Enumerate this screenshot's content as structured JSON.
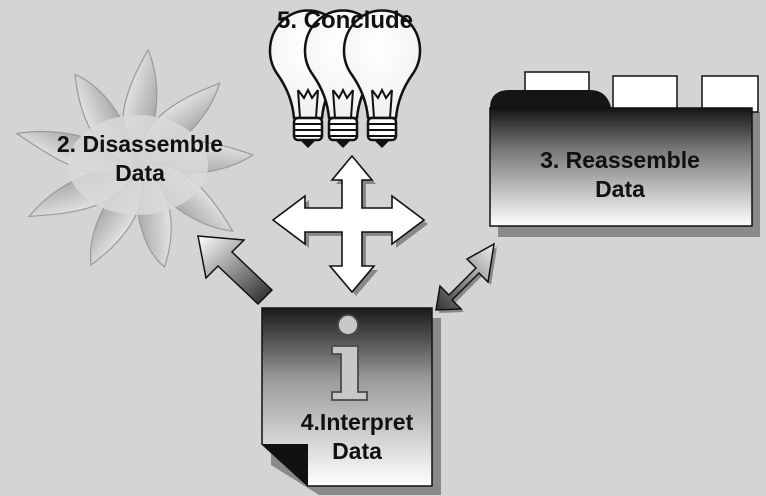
{
  "steps": {
    "disassemble": {
      "line1": "2. Disassemble",
      "line2": "Data",
      "icon": "flower-burst-icon"
    },
    "reassemble": {
      "line1": "3.  Reassemble",
      "line2": "Data",
      "icon": "file-folder-icon"
    },
    "interpret": {
      "line1": "4.Interpret",
      "line2": "Data",
      "icon": "info-note-icon"
    },
    "conclude": {
      "line1": "5. Conclude",
      "icon": "lightbulbs-icon"
    }
  },
  "info_glyph": "i",
  "colors": {
    "background": "#d4d4d4",
    "shape_dark": "#1a1a1a",
    "shape_light": "#ffffff",
    "shadow": "#8a8a8a"
  }
}
